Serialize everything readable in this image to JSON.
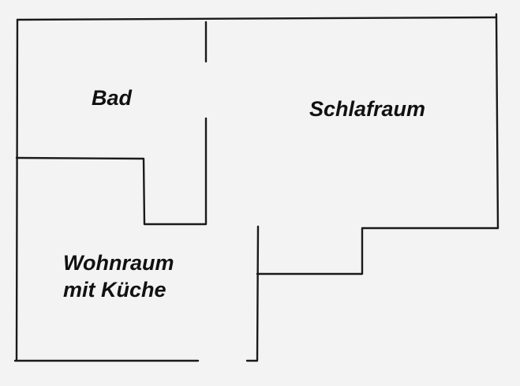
{
  "plan": {
    "rooms": [
      {
        "id": "bad",
        "label": "Bad"
      },
      {
        "id": "schlafraum",
        "label": "Schlafraum"
      },
      {
        "id": "wohnraum",
        "label_lines": [
          "Wohnraum",
          "mit Küche"
        ]
      }
    ],
    "line_color": "#1a1a1a",
    "paper_color": "#f3f3f3"
  }
}
